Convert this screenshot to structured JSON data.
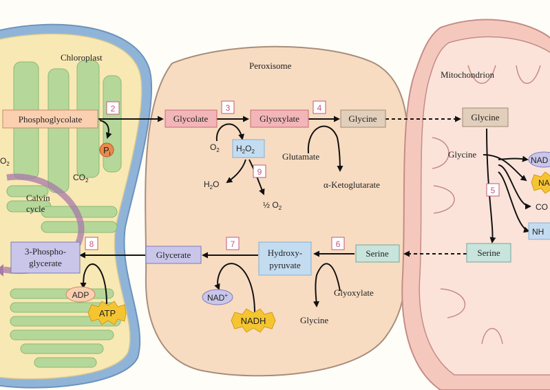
{
  "compartments": {
    "chloroplast": "Chloroplast",
    "peroxisome": "Peroxisome",
    "mitochondrion": "Mitochondrion"
  },
  "molecules": {
    "phosphoglycolate": "Phosphoglycolate",
    "pi": "P",
    "pi_sub": "i",
    "o2_left": "O",
    "o2_left_sub": "2",
    "co2": "CO",
    "co2_sub": "2",
    "calvin_cycle_l1": "Calvin",
    "calvin_cycle_l2": "cycle",
    "pga_l1": "3-Phospho-",
    "pga_l2": "glycerate",
    "adp": "ADP",
    "atp": "ATP",
    "glycolate": "Glycolate",
    "o2_perox": "O",
    "o2_perox_sub": "2",
    "h2o2_a": "H",
    "h2o2_sub1": "2",
    "h2o2_b": "O",
    "h2o2_sub2": "2",
    "h2o_a": "H",
    "h2o_sub": "2",
    "h2o_b": "O",
    "half_o2": "½ O",
    "half_o2_sub": "2",
    "glyoxylate_top": "Glyoxylate",
    "glutamate": "Glutamate",
    "glycine_perox": "Glycine",
    "ketoglutarate": "α-Ketoglutarate",
    "glycerate": "Glycerate",
    "nad_plus": "NAD",
    "nad_plus_sup": "+",
    "nadh_perox": "NADH",
    "hydroxypyruvate_l1": "Hydroxy-",
    "hydroxypyruvate_l2": "pyruvate",
    "serine_perox": "Serine",
    "glyoxylate_bottom": "Glyoxylate",
    "glycine_bottom": "Glycine",
    "glycine_mito_box": "Glycine",
    "glycine_mito_label": "Glycine",
    "nad_mito": "NAD",
    "nadh_mito": "NA",
    "co2_mito": "CO",
    "nh_mito": "NH",
    "serine_mito": "Serine"
  },
  "steps": [
    "2",
    "3",
    "4",
    "5",
    "6",
    "7",
    "8",
    "9"
  ],
  "colors": {
    "chloroplast_fill": "#f8e8b4",
    "envelope_blue": "#8fb4d8",
    "thylakoid": "#b5d79a",
    "peroxisome_fill": "#f7dcc2",
    "mito_fill": "#f5c8be",
    "mito_inner": "#fbe3da",
    "box_pink": "#f2b5b8",
    "box_tan": "#e1cfbb",
    "box_teal": "#c8e4dc",
    "box_lavender": "#c9c6ea",
    "box_blue": "#c4dcf0",
    "box_orange": "#fbd0b0",
    "nadh_yellow": "#f5c531"
  }
}
